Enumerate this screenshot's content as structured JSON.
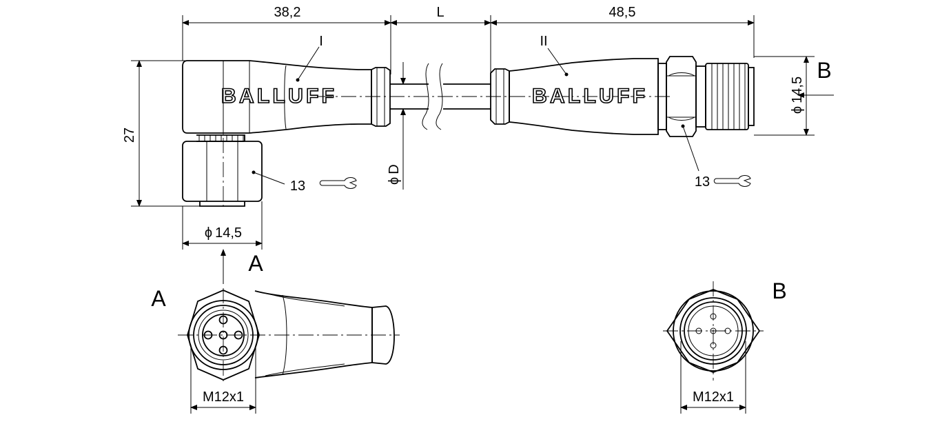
{
  "dims": {
    "len_female": "38,2",
    "len_cable": "L",
    "len_male": "48,5",
    "height": "27",
    "dia_female": "14,5",
    "dia_male": "14,5",
    "dia_cable": "D",
    "diameter_symbol": "ϕ"
  },
  "labels": {
    "part_female": "I",
    "part_male": "II",
    "wrench_female": "13",
    "wrench_male": "13",
    "view_a_arrow": "A",
    "view_b_arrow": "B",
    "view_a_title": "A",
    "view_b_title": "B",
    "thread_female": "M12x1",
    "thread_male": "M12x1"
  },
  "brand": {
    "female": "BALLUFF",
    "male": "BALLUFF"
  }
}
